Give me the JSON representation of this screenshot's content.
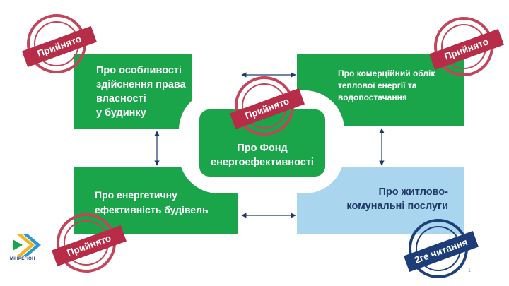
{
  "nodes": {
    "top_left": {
      "lines": [
        "Про особливості",
        "здійснення права",
        "власності",
        "у будинку"
      ]
    },
    "top_right": {
      "lines": [
        "Про комерційний облік",
        "теплової енергії та",
        "водопостачання"
      ]
    },
    "center": {
      "lines": [
        "Про Фонд",
        "енергоефективності"
      ]
    },
    "bottom_left": {
      "lines": [
        "Про енергетичну",
        "ефективність будівель"
      ]
    },
    "bottom_right": {
      "lines": [
        "Про житлово-",
        "комунальні послуги"
      ]
    }
  },
  "stamps": {
    "top_left": "Прийнято",
    "top_right": "Прийнято",
    "center": "Прийнято",
    "bottom_left": "Прийнято",
    "bottom_right": "2ге читання"
  },
  "colors": {
    "green": "#1aa54a",
    "light_blue": "#a9d5ee",
    "stamp_red": "#b72c46",
    "stamp_navy": "#1d3d78",
    "arrow": "#1f3a67"
  },
  "logo": {
    "text": "МІНРЕГІОН"
  },
  "page_number": "1"
}
